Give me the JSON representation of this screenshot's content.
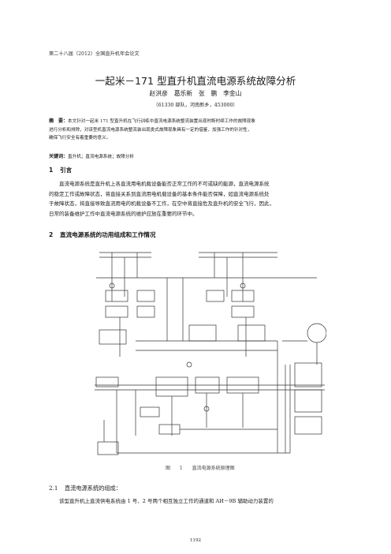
{
  "header": "第二十八届（2012）全国直升机年会论文",
  "title": "一起米－171 型直升机直流电源系统故障分析",
  "authors": "赵洪彦　葛乐新　张　鹏　李金山",
  "affiliation": "（61330 部队，河南新乡，453000）",
  "abstract": {
    "label": "摘　要：",
    "line1": "本文针对一起米 171 型直升机在飞行训练中直流电源系统整流装置出现时断时续工作的故障现象",
    "line2": "进行分析和排除，对该型机直流电源系统整流装出现类式故障现象具有一定的借鉴，加强工作的针对性，",
    "line3": "确保飞行安全有着重要的意义。"
  },
  "keywords": {
    "label": "关键词：",
    "text": "直升机；直流电源系统；故障分析"
  },
  "section1": {
    "num": "1",
    "title": "引言",
    "body": [
      "直流电源系统是直升机上各直流用电机载设备能否正常工作的不可或缺的能源，直流电源系统",
      "的稳定工作或故障状态，将直接关系到直流用电机载设备的基本条件能否保障，如直流电源系统处",
      "于故障状态，将直接导致直流用电的机载设备不工作，在空中将直接危及直升机的安全飞行，因此，",
      "日常的装备维护工作中直流电源系统的维护应放在重要的环节中。"
    ]
  },
  "section2": {
    "num": "2",
    "title": "直流电源系统的功用组成和工作情况"
  },
  "figure": {
    "caption_num": "图 1",
    "caption_text": "直流电源系统原理图"
  },
  "section2_1": {
    "num": "2.1",
    "title": "直流电源系统的组成：",
    "body": "该型直升机上直流供电系统由 1 号、2 号两个相互独立工作的通道和 AИ－9B 辅助动力装置的"
  },
  "page_number": "1192"
}
